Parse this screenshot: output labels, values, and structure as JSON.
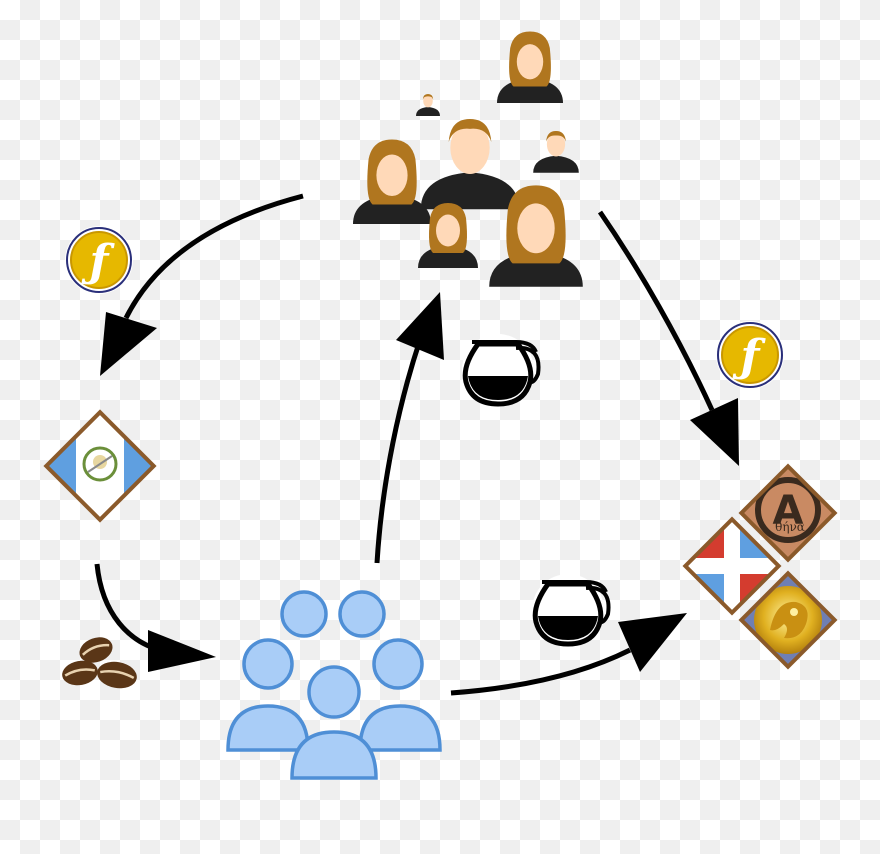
{
  "colors": {
    "arrow": "#000000",
    "coin_gold": "#e6b800",
    "coin_ring": "#2a2f7a",
    "skin": "#ffd9b8",
    "hair": "#b0761f",
    "suit": "#222222",
    "group_fill": "#a9cdf7",
    "group_stroke": "#4f8fd6",
    "diamond_border": "#8b5a2b",
    "flag_blue": "#5f9fe0",
    "flag_red": "#d43c2f",
    "coffee_bean": "#5a3617"
  },
  "icons": {
    "coin": "florin-coin-icon",
    "people": "business-people-icon",
    "group": "community-group-icon",
    "coffee_pot": "coffee-pot-icon",
    "coffee_beans": "coffee-beans-icon",
    "guatemala": "guatemala-flag-diamond-icon",
    "anarchy": "anarchy-diamond-icon",
    "dominican": "dominican-flag-diamond-icon",
    "gold_coin": "gold-coin-diamond-icon"
  },
  "labels": {
    "coin_symbol": "ƒ",
    "anarchy_letter": "A",
    "athena_text": "θήνα"
  }
}
